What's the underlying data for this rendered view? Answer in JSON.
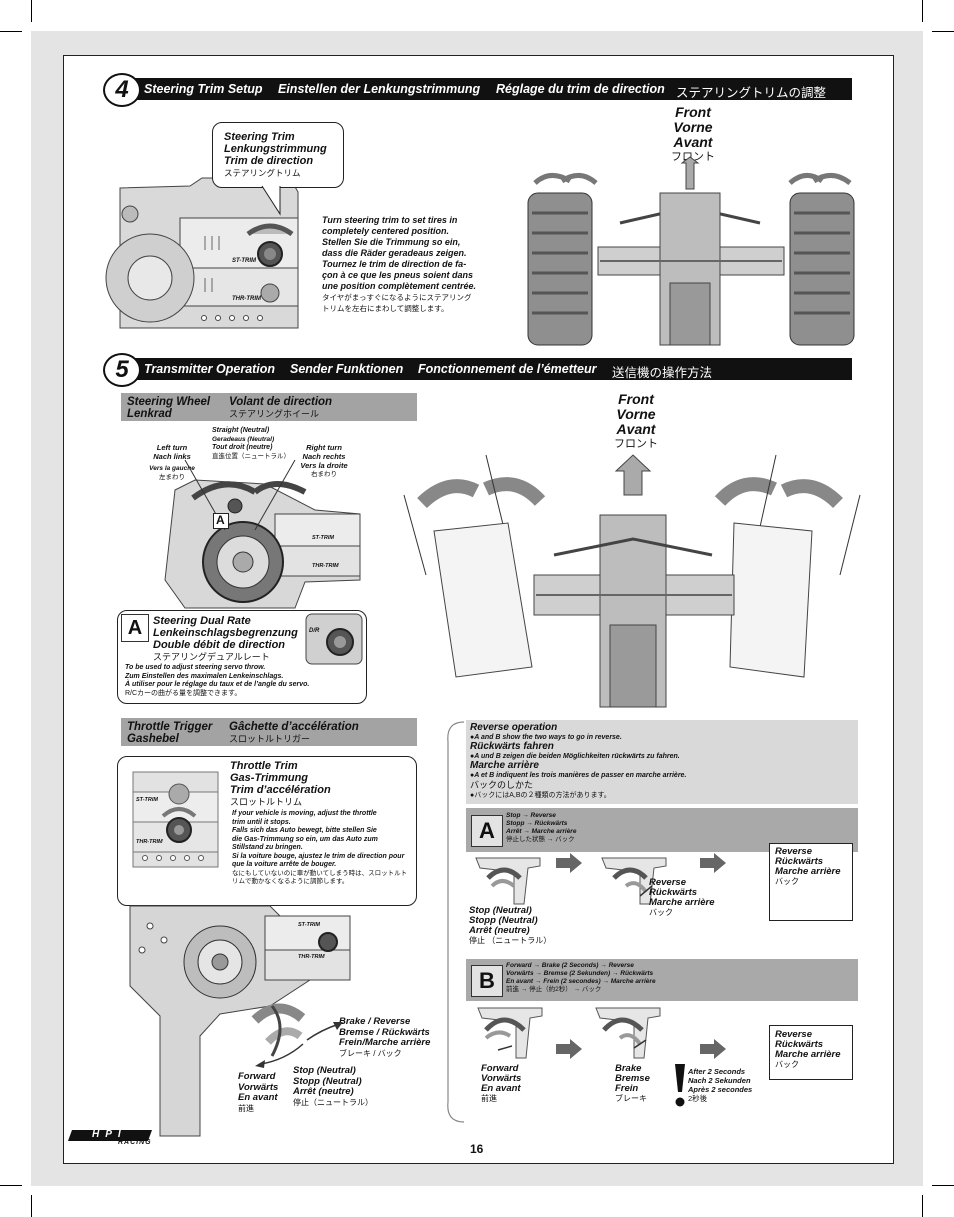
{
  "page_number": "16",
  "brand": "HPI",
  "brand_sub": "RACING",
  "section4": {
    "number": "4",
    "titles": [
      "Steering Trim Setup",
      "Einstellen der Lenkungstrimmung",
      "Réglage du trim de direction",
      "ステアリングトリムの調整"
    ],
    "callout": [
      "Steering Trim",
      "Lenkungstrimmung",
      "Trim de direction",
      "ステアリングトリム"
    ],
    "instructions": [
      "Turn steering trim to set tires in",
      "completely centered position.",
      "Stellen Sie die Trimmung so ein,",
      "dass die Räder geradeaus zeigen.",
      "Tournez le trim de direction de fa-",
      "çon à ce que les pneus soient dans",
      "une position complètement centrée.",
      "タイヤがまっすぐになるようにステアリング",
      "トリムを左右にまわして調整します。"
    ],
    "front_labels": [
      "Front",
      "Vorne",
      "Avant",
      "フロント"
    ],
    "tx_labels": [
      "ST-TRIM",
      "THR-TRIM"
    ]
  },
  "section5": {
    "number": "5",
    "titles": [
      "Transmitter Operation",
      "Sender Funktionen",
      "Fonctionnement de l’émetteur",
      "送信機の操作方法"
    ],
    "front_labels": [
      "Front",
      "Vorne",
      "Avant",
      "フロント"
    ],
    "steering_wheel_bar": {
      "left": [
        "Steering Wheel",
        "Lenkrad"
      ],
      "right": [
        "Volant de direction",
        "ステアリングホイール"
      ]
    },
    "left_turn": [
      "Left turn",
      "Nach links",
      "Vers la gauche",
      "左まわり"
    ],
    "straight": [
      "Straight (Neutral)",
      "Geradeaus (Neutral)",
      "Tout droit (neutre)",
      "直進位置（ニュートラル）"
    ],
    "right_turn": [
      "Right turn",
      "Nach rechts",
      "Vers la droite",
      "右まわり"
    ],
    "marker_a": "A",
    "dual_rate": {
      "letter": "A",
      "titles": [
        "Steering Dual Rate",
        "Lenkeinschlagsbegrenzung",
        "Double débit de direction",
        "ステアリングデュアルレート"
      ],
      "knob_label": "D/R",
      "notes": [
        "To be used to adjust steering servo throw.",
        "Zum Einstellen des maximalen Lenkeinschlags.",
        "À utiliser pour le réglage du taux et de l’angle du servo.",
        "R/Cカーの曲がる量を調整できます。"
      ]
    },
    "throttle_bar": {
      "left": [
        "Throttle Trigger",
        "Gashebel"
      ],
      "right": [
        "Gâchette d’accélération",
        "スロットルトリガー"
      ]
    },
    "throttle_trim": {
      "titles": [
        "Throttle Trim",
        "Gas-Trimmung",
        "Trim d’accélération",
        "スロットルトリム"
      ],
      "notes": [
        "If your vehicle is moving, adjust the throttle",
        "trim until it stops.",
        "Falls sich das Auto bewegt, bitte stellen Sie",
        "die Gas-Trimmung so ein, um das Auto zum",
        "Stillstand zu bringen.",
        "Si la voiture bouge, ajustez le trim de direction pour",
        "que la voiture arrête de bouger.",
        "なにもしていないのに車が動いてしまう時は、スロットルト",
        "リムで動かなくなるように調節します。"
      ]
    },
    "brake_reverse": [
      "Brake / Reverse",
      "Bremse / Rückwärts",
      "Frein/Marche arrière",
      "ブレーキ / バック"
    ],
    "forward": [
      "Forward",
      "Vorwärts",
      "En avant",
      "前進"
    ],
    "stop_neutral": [
      "Stop (Neutral)",
      "Stopp (Neutral)",
      "Arrêt (neutre)",
      "停止（ニュートラル）"
    ],
    "reverse_operation": {
      "lines": [
        "Reverse operation",
        "●A and B show the two ways to go in reverse.",
        "Rückwärts fahren",
        "●A und B zeigen die beiden Möglichkeiten rückwärts zu fahren.",
        "Marche arrière",
        "●A et B indiquent les trois manières de passer en marche arrière.",
        "バックのしかた",
        "●バックにはA,Bの２種類の方法があります。"
      ]
    },
    "method_a": {
      "letter": "A",
      "lines": [
        "Stop → Reverse",
        "Stopp → Rückwärts",
        "Arrêt → Marche arrière",
        "停止した状態 → バック"
      ],
      "step1": [
        "Stop (Neutral)",
        "Stopp (Neutral)",
        "Arrêt (neutre)",
        "停止 （ニュートラル）"
      ],
      "step2": [
        "Reverse",
        "Rückwärts",
        "Marche arrière",
        "バック"
      ],
      "result": [
        "Reverse",
        "Rückwärts",
        "Marche arrière",
        "バック"
      ]
    },
    "method_b": {
      "letter": "B",
      "lines": [
        "Forward → Brake (2 Seconds) → Reverse",
        "Vorwärts → Bremse (2 Sekunden) → Rückwärts",
        "En avant → Frein (2 secondes) → Marche arrière",
        "前進 → 停止（約2秒） → バック"
      ],
      "step1": [
        "Forward",
        "Vorwärts",
        "En avant",
        "前進"
      ],
      "step2": [
        "Brake",
        "Bremse",
        "Frein",
        "ブレーキ"
      ],
      "wait": [
        "After 2 Seconds",
        "Nach 2 Sekunden",
        "Après 2 secondes",
        "2秒後"
      ],
      "result": [
        "Reverse",
        "Rückwärts",
        "Marche arrière",
        "バック"
      ]
    }
  }
}
